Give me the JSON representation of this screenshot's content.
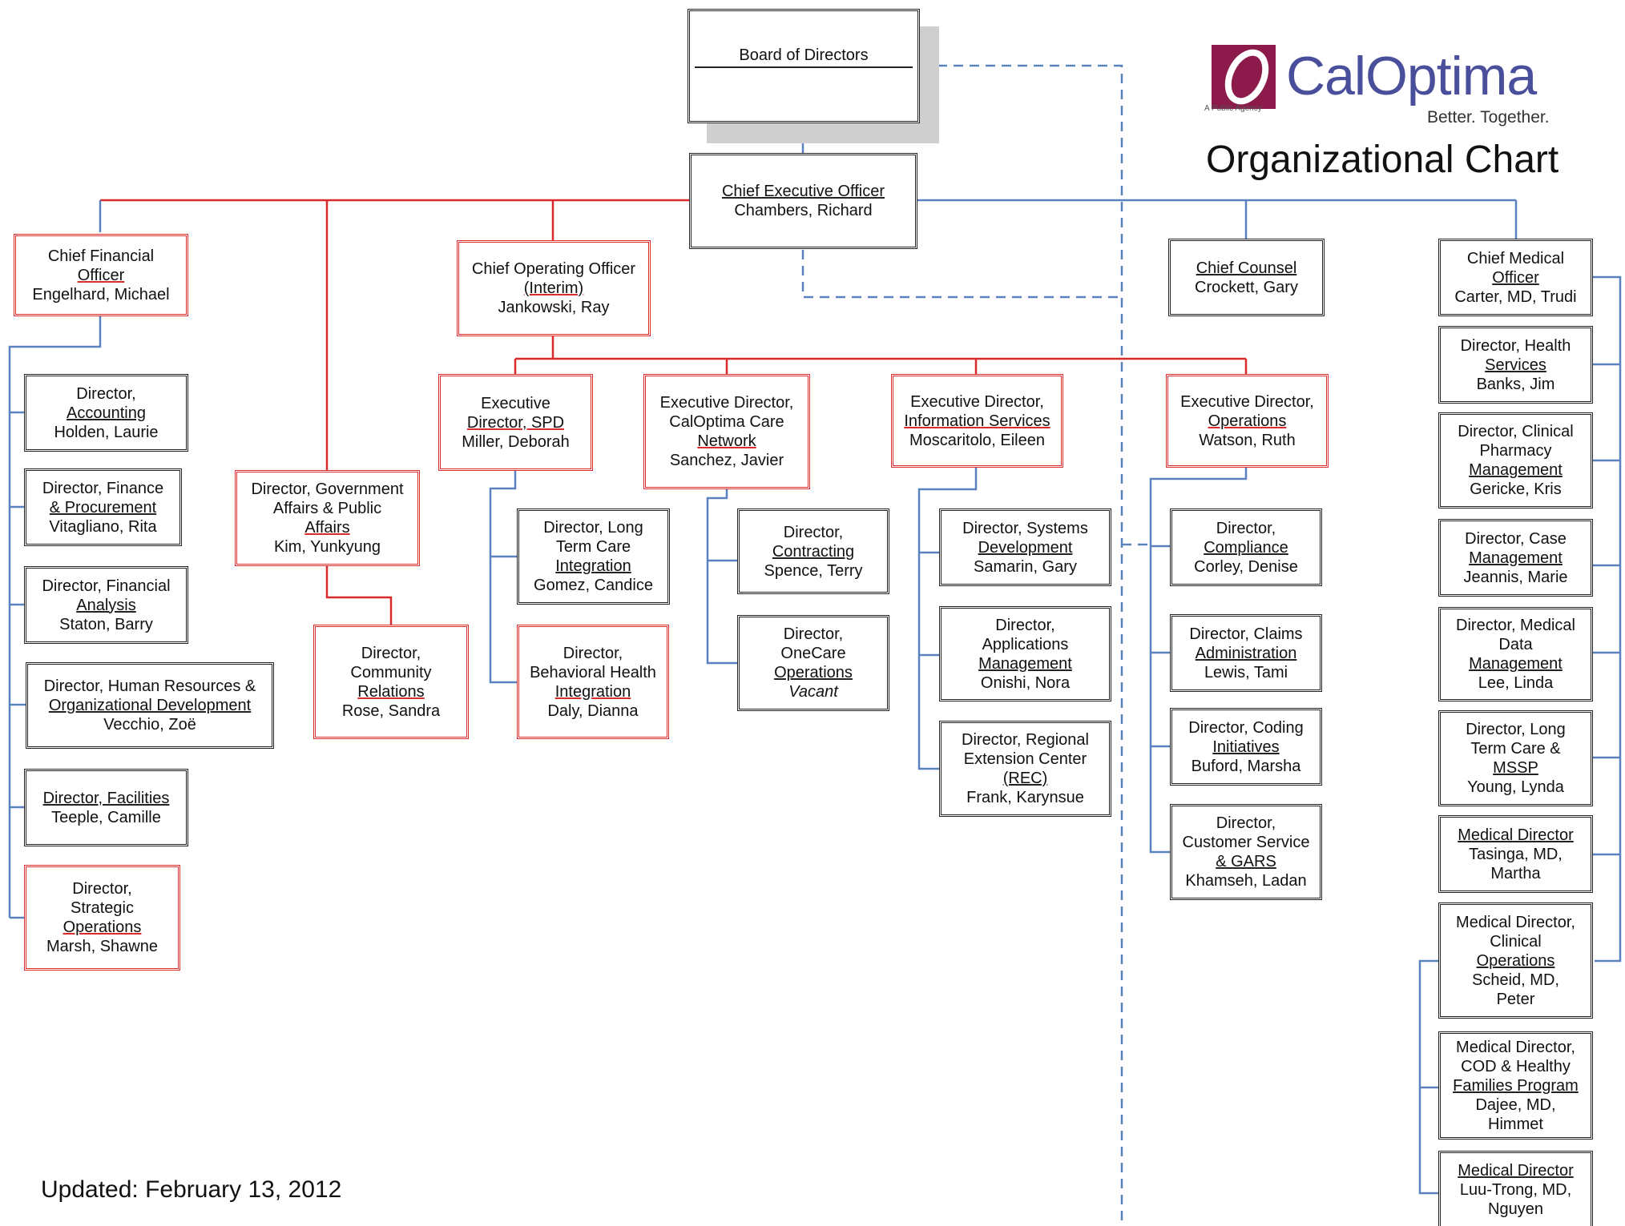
{
  "header": {
    "logo_text": "CalOptima",
    "agency_text": "A Public Agency",
    "tagline": "Better. Together.",
    "title": "Organizational Chart",
    "brand_color": "#4a4f9c",
    "logo_color": "#8c1a4a"
  },
  "board": {
    "label": "Board of Directors"
  },
  "colors": {
    "red_line": "#d92b2b",
    "blue_line": "#5b82c0",
    "black_border": "#222222"
  },
  "boxes": {
    "ceo": [
      "Chief Executive Officer",
      "Chambers, Richard"
    ],
    "cfo": [
      "Chief Financial",
      "Officer",
      "Engelhard, Michael"
    ],
    "coo": [
      "Chief Operating Officer",
      "(Interim)",
      "Jankowski, Ray"
    ],
    "counsel": [
      "Chief Counsel",
      "Crockett, Gary"
    ],
    "cmo": [
      "Chief Medical",
      "Officer",
      "Carter, MD, Trudi"
    ],
    "accounting": [
      "Director,",
      "Accounting",
      "Holden, Laurie"
    ],
    "finance": [
      "Director,  Finance",
      "&    Procurement",
      "Vitagliano, Rita"
    ],
    "fin_analysis": [
      "Director, Financial",
      "Analysis",
      "Staton, Barry"
    ],
    "hr": [
      "Director, Human Resources &",
      "Organizational Development",
      "Vecchio, Zoë"
    ],
    "facilities": [
      "Director, Facilities",
      "Teeple, Camille"
    ],
    "strategic": [
      "Director,",
      "Strategic",
      "Operations",
      "Marsh, Shawne"
    ],
    "gov": [
      "Director, Government",
      "Affairs & Public",
      "Affairs",
      "Kim, Yunkyung"
    ],
    "community": [
      "Director,",
      "Community",
      "Relations",
      "Rose, Sandra"
    ],
    "spd": [
      "Executive",
      "Director, SPD",
      "Miller, Deborah"
    ],
    "ltc_int": [
      "Director, Long",
      "Term Care",
      "Integration",
      "Gomez, Candice"
    ],
    "bh_int": [
      "Director,",
      "Behavioral Health",
      "Integration",
      "Daly, Dianna"
    ],
    "network": [
      "Executive Director,",
      "CalOptima Care",
      "Network",
      "Sanchez, Javier"
    ],
    "contracting": [
      "Director,",
      "Contracting",
      "Spence, Terry"
    ],
    "onecare": [
      "Director,",
      "OneCare",
      "Operations",
      "Vacant"
    ],
    "is": [
      "Executive Director,",
      "Information Services",
      "Moscaritolo, Eileen"
    ],
    "systems": [
      "Director,   Systems",
      "Development",
      "Samarin, Gary"
    ],
    "apps": [
      "Director,",
      "Applications",
      "Management",
      "Onishi, Nora"
    ],
    "rec": [
      "Director, Regional",
      "Extension Center",
      "(REC)",
      "Frank, Karynsue"
    ],
    "ops": [
      "Executive   Director,",
      "Operations",
      "Watson, Ruth"
    ],
    "compliance": [
      "Director,",
      "Compliance",
      "Corley, Denise"
    ],
    "claims": [
      "Director,  Claims",
      "Administration",
      "Lewis, Tami"
    ],
    "coding": [
      "Director, Coding",
      "Initiatives",
      "Buford, Marsha"
    ],
    "cust_service": [
      "Director,",
      "Customer Service",
      "& GARS",
      "Khamseh, Ladan"
    ],
    "health_services": [
      "Director,   Health",
      "Services",
      "Banks, Jim"
    ],
    "pharmacy": [
      "Director, Clinical",
      "Pharmacy",
      "Management",
      "Gericke, Kris"
    ],
    "case_mgmt": [
      "Director,   Case",
      "Management",
      "Jeannis, Marie"
    ],
    "med_data": [
      "Director, Medical",
      "Data",
      "Management",
      "Lee, Linda"
    ],
    "ltc_mssp": [
      "Director, Long",
      "Term Care &",
      "MSSP",
      "Young, Lynda"
    ],
    "md_tasinga": [
      "Medical Director",
      "Tasinga, MD,",
      "Martha"
    ],
    "md_clinical": [
      "Medical Director,",
      "Clinical",
      "Operations",
      "Scheid, MD,",
      "Peter"
    ],
    "md_cod": [
      "Medical Director,",
      "COD & Healthy",
      "Families Program",
      "Dajee, MD,",
      "Himmet"
    ],
    "md_luu": [
      "Medical Director",
      "Luu-Trong, MD,",
      "Nguyen"
    ]
  },
  "footer": {
    "updated": "Updated: February 13, 2012"
  }
}
